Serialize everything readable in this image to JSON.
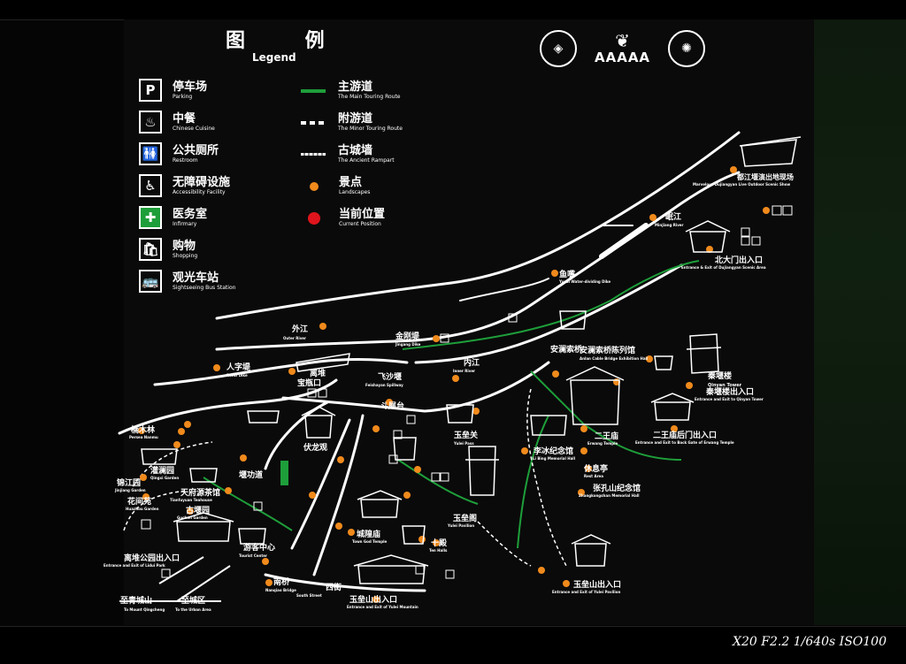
{
  "legend": {
    "title_zh": "图 例",
    "title_en": "Legend",
    "icons": [
      {
        "icon": "P",
        "icon_name": "parking-icon",
        "zh": "停车场",
        "en": "Parking"
      },
      {
        "icon": "♨",
        "icon_name": "restaurant-icon",
        "zh": "中餐",
        "en": "Chinese Cuisine"
      },
      {
        "icon": "🚻",
        "icon_name": "restroom-icon",
        "zh": "公共厕所",
        "en": "Restroom"
      },
      {
        "icon": "♿",
        "icon_name": "accessibility-icon",
        "zh": "无障碍设施",
        "en": "Accessibility Facility"
      },
      {
        "icon": "✚",
        "icon_name": "infirmary-icon",
        "zh": "医务室",
        "en": "Infirmary"
      },
      {
        "icon": "🛍",
        "icon_name": "shopping-icon",
        "zh": "购物",
        "en": "Shopping"
      },
      {
        "icon": "🚌",
        "icon_name": "bus-station-icon",
        "zh": "观光车站",
        "en": "Sightseeing Bus Station"
      }
    ],
    "lines": [
      {
        "zh": "主游道",
        "en": "The Main Touring Route",
        "color": "#1e9e3a",
        "style": "solid"
      },
      {
        "zh": "附游道",
        "en": "The Minor Touring Route",
        "color": "#ffffff",
        "style": "dashed"
      },
      {
        "zh": "古城墙",
        "en": "The Ancient Rampart",
        "color": "#ffffff",
        "style": "rampart"
      },
      {
        "zh": "景点",
        "en": "Landscapes",
        "color": "#f08a1c",
        "style": "dot"
      },
      {
        "zh": "当前位置",
        "en": "Current Position",
        "color": "#e0141c",
        "style": "dot"
      }
    ]
  },
  "logos": {
    "rating": "AAAAA"
  },
  "map_labels": [
    {
      "zh": "外江",
      "en": "Outer River"
    },
    {
      "zh": "内江",
      "en": "Inner River"
    },
    {
      "zh": "金刚堤",
      "en": "Jingang Dike"
    },
    {
      "zh": "人字堤",
      "en": "Renzi Dike"
    },
    {
      "zh": "飞沙堰",
      "en": "Feishayan Spillway"
    },
    {
      "zh": "斗犀台",
      "en": ""
    },
    {
      "zh": "二王庙",
      "en": "Erwang Temple"
    },
    {
      "zh": "玉垒关",
      "en": "Yulei Pass"
    },
    {
      "zh": "秦堰楼",
      "en": "Qinyan Tower"
    },
    {
      "zh": "北大门出入口",
      "en": "Entrance & Exit of Dujiangyan Scenic Area"
    },
    {
      "zh": "玉垒山出入口",
      "en": "Entrance and Exit of Yulei Mountain"
    },
    {
      "zh": "离堆公园出入口",
      "en": "Entrance and Exit of Lidui Park"
    },
    {
      "zh": "游客中心",
      "en": "Tourist Center"
    },
    {
      "zh": "南桥",
      "en": "Nanqiao Bridge"
    },
    {
      "zh": "西街",
      "en": "South Street"
    },
    {
      "zh": "天府源茶馆",
      "en": "Tianfuyuan Teahouse"
    },
    {
      "zh": "古堰园",
      "en": "Guchon Garden"
    },
    {
      "zh": "玉垒阁",
      "en": "Yulei Pavilion"
    },
    {
      "zh": "城隍庙",
      "en": "Town God Temple"
    },
    {
      "zh": "十殿",
      "en": "Ten Halls"
    },
    {
      "zh": "李冰纪念馆",
      "en": "Li Bing Memorial Hall"
    },
    {
      "zh": "张孔山纪念馆",
      "en": "Zhangkongshan Memorial Hall"
    },
    {
      "zh": "休息亭",
      "en": "Rest Area"
    },
    {
      "zh": "玉垒山出入口",
      "en": "Entrance and Exit of Yulei Pavilion"
    },
    {
      "zh": "二王庙后门出入口",
      "en": "Entrance and Exit to Back Gate of Erwang Temple"
    },
    {
      "zh": "秦堰楼出入口",
      "en": "Entrance and Exit to Qinyan Tower"
    },
    {
      "zh": "安澜索桥陈列馆",
      "en": "Anlan Cable Bridge Exhibition Hall"
    },
    {
      "zh": "都江堰演出地现场",
      "en": "Marvelous Dujiangyan Live Outdoor Scenic Show"
    },
    {
      "zh": "岷江",
      "en": "Minjiang River"
    },
    {
      "zh": "至青城山",
      "en": "To Mount Qingcheng"
    },
    {
      "zh": "至城区",
      "en": "To the Urban Area"
    },
    {
      "zh": "宝瓶口",
      "en": ""
    },
    {
      "zh": "离堆",
      "en": ""
    },
    {
      "zh": "伏龙观",
      "en": ""
    },
    {
      "zh": "堰功道",
      "en": ""
    },
    {
      "zh": "灌澜园",
      "en": "Qingxi Garden"
    },
    {
      "zh": "花间苑",
      "en": "Huazhou Garden"
    },
    {
      "zh": "锦江园",
      "en": "Jinjiang Garden"
    },
    {
      "zh": "楠木林",
      "en": "Persea Nanmu"
    },
    {
      "zh": "鱼嘴",
      "en": "Yuzui Water-dividing Dike"
    },
    {
      "zh": "安澜索桥",
      "en": ""
    }
  ],
  "caption": "X20 F2.2 1/640s ISO100"
}
